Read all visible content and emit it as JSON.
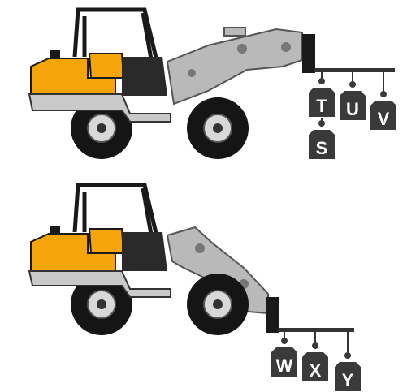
{
  "scene": {
    "colors": {
      "body_yellow": "#F5A50A",
      "frame_black": "#1a1a1a",
      "boom_gray": "#b9b9b9",
      "weight_dark": "#3a3a3a",
      "weight_text": "#ffffff",
      "tire": "#151515",
      "rim": "#d8d8d8"
    },
    "loader_top": {
      "boom_position": "raised",
      "weights": [
        {
          "label": "S"
        },
        {
          "label": "T"
        },
        {
          "label": "U"
        },
        {
          "label": "V"
        }
      ]
    },
    "loader_bottom": {
      "boom_position": "lowered",
      "weights": [
        {
          "label": "W"
        },
        {
          "label": "X"
        },
        {
          "label": "Y"
        }
      ]
    }
  }
}
